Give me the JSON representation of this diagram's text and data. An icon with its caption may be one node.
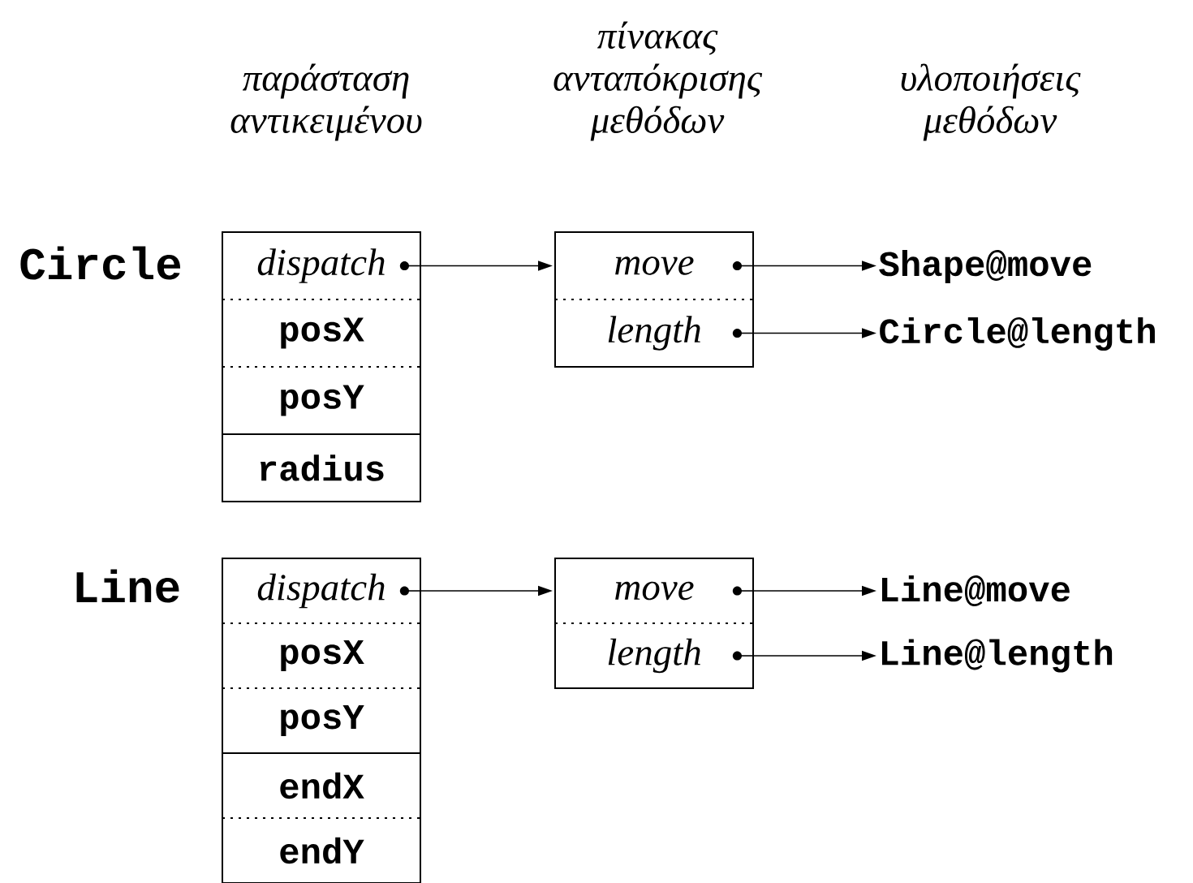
{
  "diagram": {
    "nodes": [
      {
        "text": [],
        "shape": "box",
        "beside": [
          "Circle"
        ]
      },
      {
        "text": [
          "dispatch"
        ],
        "in": 0
      },
      {
        "text": [
          "posX"
        ],
        "in": 0
      },
      {
        "text": [
          "posY"
        ],
        "in": 0
      },
      {
        "text": [
          "radius"
        ],
        "in": 0
      },
      {
        "text": [],
        "shape": "box"
      },
      {
        "text": [
          "move"
        ],
        "in": 5
      },
      {
        "text": [
          "length"
        ],
        "in": 5
      },
      {
        "text": [
          "Shape@move"
        ]
      },
      {
        "text": [
          "Circle@length"
        ]
      },
      {
        "text": [],
        "shape": "box",
        "beside": [
          "Line"
        ]
      },
      {
        "text": [
          "dispatch"
        ],
        "in": 10
      },
      {
        "text": [
          "posX"
        ],
        "in": 10
      },
      {
        "text": [
          "posY"
        ],
        "in": 10
      },
      {
        "text": [
          "endX"
        ],
        "in": 10
      },
      {
        "text": [
          "endY"
        ],
        "in": 10
      },
      {
        "text": [],
        "shape": "box"
      },
      {
        "text": [
          "move"
        ],
        "in": 16
      },
      {
        "text": [
          "length"
        ],
        "in": 16
      },
      {
        "text": [
          "Line@move"
        ]
      },
      {
        "text": [
          "Line@length"
        ]
      }
    ],
    "edges": [
      {
        "from": 1,
        "to": 5,
        "arrow": "to"
      },
      {
        "from": 6,
        "to": 8,
        "arrow": "to"
      },
      {
        "from": 7,
        "to": 9,
        "arrow": "to"
      },
      {
        "from": 11,
        "to": 16,
        "arrow": "to"
      },
      {
        "from": 17,
        "to": 19,
        "arrow": "to"
      },
      {
        "from": 18,
        "to": 20,
        "arrow": "to"
      }
    ],
    "labels": [
      "παράσταση αντικειμένου",
      "πίνακας ανταπόκρισης μεθόδων",
      "υλοποιήσεις μεθόδων"
    ]
  }
}
